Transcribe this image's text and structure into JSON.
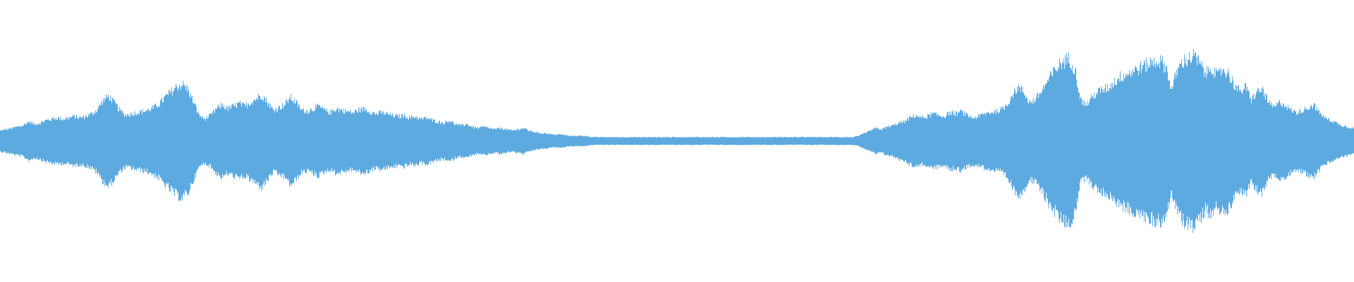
{
  "waveform": {
    "color": "#5DAAE0",
    "background": "#FFFFFF",
    "amplitude_envelope": [
      0.08,
      0.09,
      0.1,
      0.11,
      0.12,
      0.15,
      0.13,
      0.14,
      0.16,
      0.17,
      0.18,
      0.17,
      0.18,
      0.19,
      0.18,
      0.19,
      0.21,
      0.24,
      0.31,
      0.35,
      0.3,
      0.24,
      0.2,
      0.21,
      0.22,
      0.23,
      0.24,
      0.26,
      0.29,
      0.34,
      0.38,
      0.42,
      0.44,
      0.4,
      0.3,
      0.2,
      0.17,
      0.2,
      0.25,
      0.28,
      0.25,
      0.27,
      0.29,
      0.27,
      0.3,
      0.33,
      0.36,
      0.3,
      0.24,
      0.26,
      0.28,
      0.34,
      0.3,
      0.24,
      0.23,
      0.25,
      0.27,
      0.24,
      0.22,
      0.25,
      0.24,
      0.23,
      0.22,
      0.24,
      0.25,
      0.23,
      0.21,
      0.22,
      0.21,
      0.2,
      0.19,
      0.2,
      0.18,
      0.19,
      0.17,
      0.18,
      0.16,
      0.15,
      0.14,
      0.16,
      0.13,
      0.12,
      0.13,
      0.11,
      0.1,
      0.11,
      0.1,
      0.09,
      0.1,
      0.09,
      0.08,
      0.09,
      0.1,
      0.08,
      0.07,
      0.06,
      0.06,
      0.05,
      0.05,
      0.05,
      0.04,
      0.04,
      0.04,
      0.04,
      0.03,
      0.03,
      0.03,
      0.03,
      0.03,
      0.03,
      0.03,
      0.03,
      0.03,
      0.03,
      0.03,
      0.03,
      0.03,
      0.03,
      0.03,
      0.03,
      0.03,
      0.03,
      0.03,
      0.03,
      0.03,
      0.03,
      0.03,
      0.03,
      0.03,
      0.03,
      0.03,
      0.03,
      0.03,
      0.03,
      0.03,
      0.03,
      0.03,
      0.03,
      0.03,
      0.03,
      0.03,
      0.03,
      0.03,
      0.03,
      0.03,
      0.03,
      0.03,
      0.03,
      0.03,
      0.03,
      0.03,
      0.04,
      0.06,
      0.08,
      0.1,
      0.09,
      0.11,
      0.12,
      0.14,
      0.15,
      0.18,
      0.2,
      0.18,
      0.19,
      0.21,
      0.2,
      0.19,
      0.22,
      0.21,
      0.23,
      0.2,
      0.18,
      0.19,
      0.21,
      0.22,
      0.23,
      0.24,
      0.28,
      0.36,
      0.42,
      0.38,
      0.3,
      0.32,
      0.38,
      0.45,
      0.52,
      0.58,
      0.62,
      0.64,
      0.56,
      0.32,
      0.28,
      0.34,
      0.38,
      0.4,
      0.42,
      0.46,
      0.5,
      0.52,
      0.54,
      0.56,
      0.58,
      0.6,
      0.62,
      0.62,
      0.58,
      0.4,
      0.55,
      0.62,
      0.64,
      0.66,
      0.6,
      0.52,
      0.58,
      0.5,
      0.56,
      0.52,
      0.44,
      0.38,
      0.42,
      0.32,
      0.38,
      0.4,
      0.3,
      0.26,
      0.3,
      0.28,
      0.24,
      0.22,
      0.24,
      0.26,
      0.28,
      0.22,
      0.18,
      0.16,
      0.14,
      0.12,
      0.11,
      0.1
    ]
  }
}
